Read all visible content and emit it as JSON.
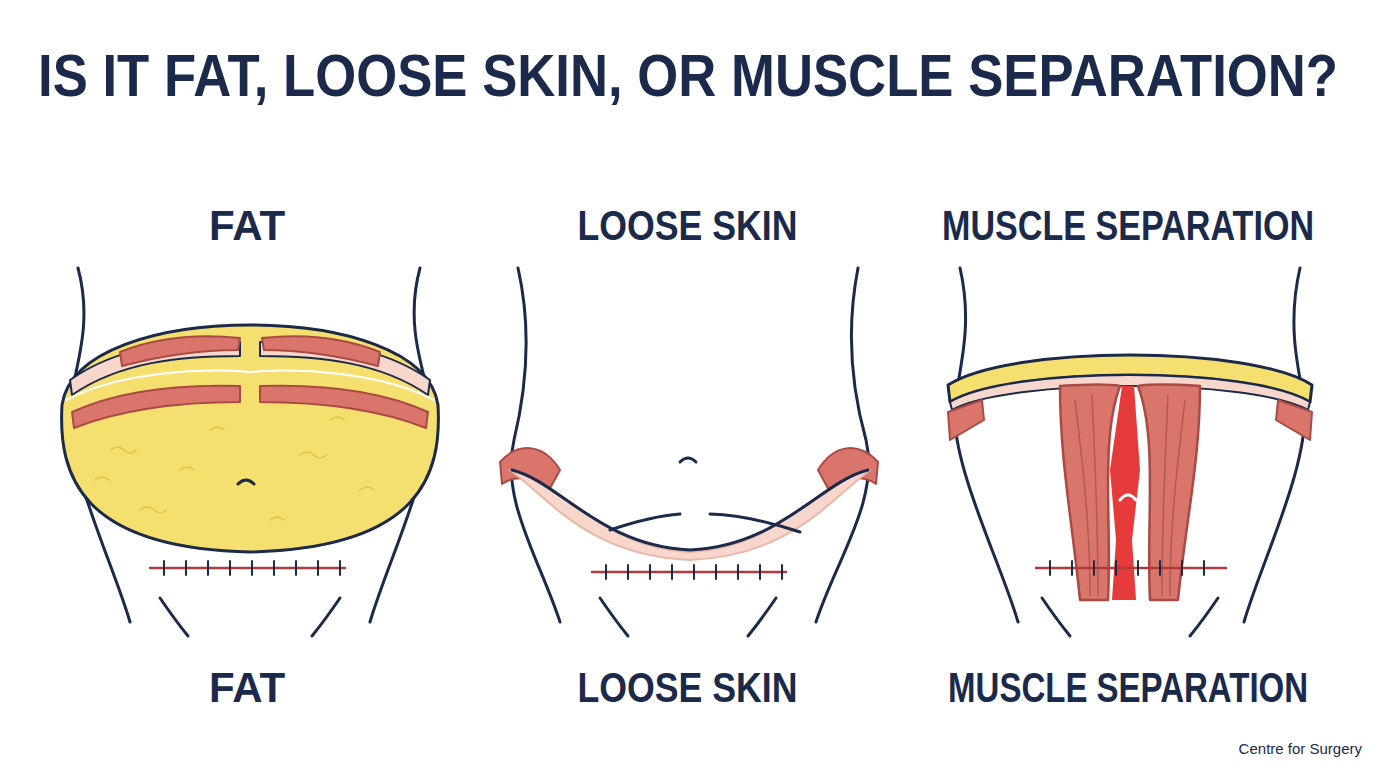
{
  "diagram": {
    "title": "IS IT FAT, LOOSE SKIN, OR MUSCLE SEPARATION?",
    "labels": [
      "FAT",
      "LOOSE SKIN",
      "MUSCLE SEPARATION",
      "FAT",
      "LOOSE SKIN",
      "MUSCLE SEPARATION",
      "Centre for Surgery"
    ]
  }
}
